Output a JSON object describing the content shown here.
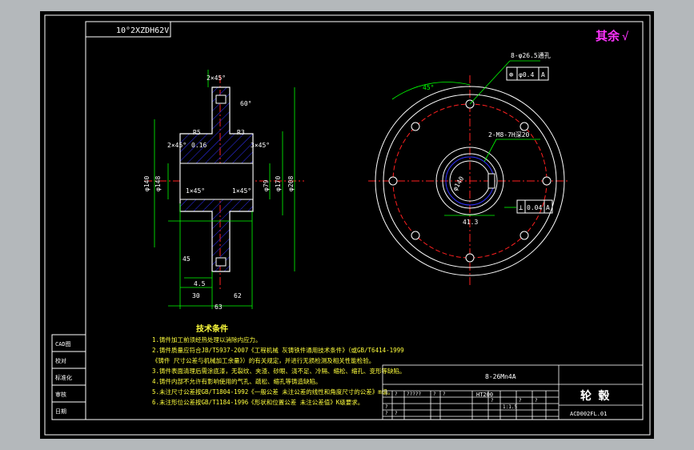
{
  "colors": {
    "background": "#000000",
    "outer": "#b4b8bb",
    "outline": "#ffffff",
    "dimension": "#00ff00",
    "centerline": "#ff2020",
    "hatch": "#3030ff",
    "text_note": "#ffff3c",
    "title_box": "#ff33ff"
  },
  "drawing": {
    "top_left_code": "10°2XZDH62V",
    "top_right_mark": "其余",
    "roughness_symbol": "√",
    "section_dims": {
      "chamfer_top": "2×45°",
      "angle_top": "60°",
      "radius_left": "R5",
      "radius_right": "R3",
      "chamfer_left": "2×45°",
      "chamfer_right": "3×45°",
      "rough_left": "0.16",
      "bore_left_a": "1×45°",
      "bore_left_b": "1×45°",
      "dia_left_1": "φ140",
      "dia_left_2": "φ148",
      "dia_right_1": "φ79",
      "dia_right_2": "φ170",
      "dia_right_3": "φ208",
      "dim_45": "4.5",
      "dim_30": "30",
      "dim_62": "62",
      "dim_63": "63",
      "roughness_bottom": "45"
    },
    "front_view_dims": {
      "angle_45": "45°",
      "hole_spec": "8-φ26.5通孔",
      "tol1_sym": "⊕",
      "tol1_val": "φ0.4",
      "tol1_ref": "A",
      "thread_spec": "2-M8-7H深20",
      "bore_label": "φ140",
      "key_dim": "41.3",
      "tol2_sym": "⊥",
      "tol2_val": "0.04",
      "tol2_ref": "A"
    },
    "notes": {
      "title": "技术条件",
      "lines": [
        "1.铸件加工前须经热处理以消除内应力。",
        "2.铸件质量应符合JB/T5937-2007《工程机械 灰铸铁件通用技术条件》（或GB/T6414-1999",
        "  《铸件 尺寸公差与机械加工余量》）的有关规定，并进行无损检测及相关性能检验。",
        "3.铸件表面清理后需涂底漆，无裂纹、夹渣、砂眼、浇不足、冷隔、缩松、缩孔、变形等缺陷。",
        "4.铸件内部不允许有影响使用的气孔、疏松、缩孔等铸造缺陷。",
        "5.未注尺寸公差按GB/T1804-1992《一般公差 未注公差的线性和角度尺寸的公差》m级。",
        "6.未注形位公差按GB/T1184-1996《形状和位置公差 未注公差值》K级要求。"
      ]
    },
    "left_labels": [
      "CAD图",
      "校对",
      "标准化",
      "审核",
      "日期"
    ],
    "title_block": {
      "material_code": "8-26Mn4A",
      "material": "HT200",
      "part_name": "轮 毂",
      "drawing_no": "ACD002FL.01",
      "row_marks": [
        "?",
        "?",
        "?????",
        "?",
        "?",
        "?",
        "?",
        "?",
        "?",
        "?",
        "?"
      ],
      "scale": "1:1.5"
    }
  }
}
